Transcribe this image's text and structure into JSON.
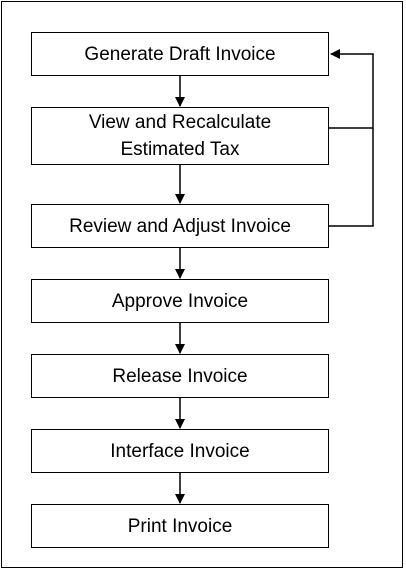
{
  "diagram": {
    "steps": [
      {
        "id": "generate",
        "label": "Generate Draft Invoice"
      },
      {
        "id": "view",
        "label": "View and Recalculate\nEstimated Tax"
      },
      {
        "id": "review",
        "label": "Review and Adjust Invoice"
      },
      {
        "id": "approve",
        "label": "Approve Invoice"
      },
      {
        "id": "release",
        "label": "Release Invoice"
      },
      {
        "id": "interface",
        "label": "Interface Invoice"
      },
      {
        "id": "print",
        "label": "Print Invoice"
      }
    ],
    "feedback_loops": [
      {
        "from": "view",
        "to": "generate"
      },
      {
        "from": "review",
        "to": "generate"
      }
    ]
  }
}
